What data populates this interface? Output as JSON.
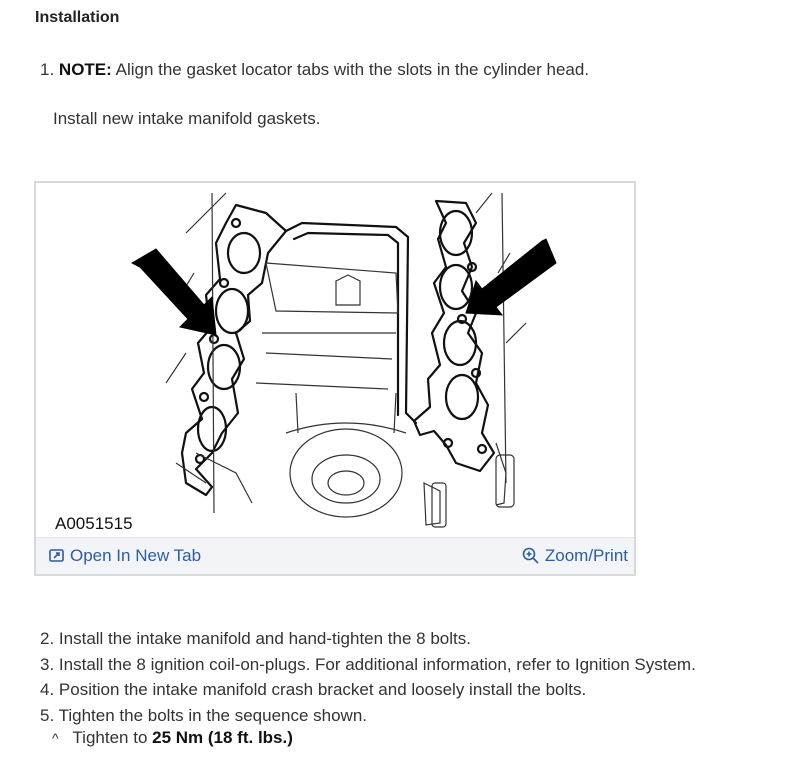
{
  "section": {
    "title": "Installation"
  },
  "step1": {
    "number": "1.",
    "note_label": "NOTE:",
    "note_text": "Align the gasket locator tabs with the slots in the cylinder head.",
    "instruction": "Install new intake manifold gaskets."
  },
  "figure": {
    "id": "A0051515",
    "open_tab_label": "Open In New Tab",
    "zoom_label": "Zoom/Print",
    "icons": {
      "open": "open-new-tab-icon",
      "zoom": "zoom-icon"
    }
  },
  "steps": [
    {
      "number": "2.",
      "text": "Install the intake manifold and hand-tighten the 8 bolts."
    },
    {
      "number": "3.",
      "text": "Install the 8 ignition coil-on-plugs. For additional information, refer to Ignition System."
    },
    {
      "number": "4.",
      "text": "Position the intake manifold crash bracket and loosely install the bolts."
    },
    {
      "number": "5.",
      "text": "Tighten the bolts in the sequence shown."
    }
  ],
  "substep": {
    "caret": "^",
    "prefix": "Tighten to",
    "value": "25 Nm (18 ft. lbs.)"
  },
  "colors": {
    "link": "#2d5d9e",
    "bar": "#f2f4f8",
    "border": "#d9d9d9"
  }
}
